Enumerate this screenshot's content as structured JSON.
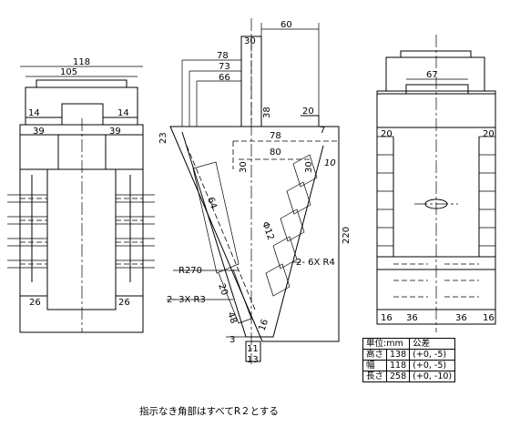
{
  "front_view": {
    "dims": {
      "overall_width": "118",
      "inner_width": "105",
      "side_left": "14",
      "side_right": "14",
      "flange_left": "39",
      "flange_right": "39",
      "foot_left": "26",
      "foot_right": "26"
    }
  },
  "section_view": {
    "dims": {
      "d60": "60",
      "d30": "30",
      "d78a": "78",
      "d73": "73",
      "d66": "66",
      "d38": "38",
      "d20": "20",
      "d7": "7",
      "d23": "23",
      "d78b": "78",
      "d80": "80",
      "d30b": "30",
      "d30c": "30",
      "d10": "10",
      "d64": "64",
      "phi12": "Φ12",
      "d220": "220",
      "r270": "R270",
      "holes_r4": "2- 6X R4",
      "holes_r3": "2- 3X R3",
      "d20b": "20",
      "d48": "48",
      "d16": "16",
      "d3": "3",
      "d11": "11",
      "d13": "13"
    }
  },
  "side_view": {
    "dims": {
      "top_width": "67",
      "left_20": "20",
      "right_20": "20",
      "bl_16": "16",
      "b_36a": "36",
      "b_36b": "36",
      "br_16": "16"
    }
  },
  "tolerance_table": {
    "header_unit": "単位:mm",
    "header_tol": "公差",
    "rows": [
      {
        "name": "高さ",
        "value": "138",
        "tol": "(+0, -5)"
      },
      {
        "name": "幅",
        "value": "118",
        "tol": "(+0, -5)"
      },
      {
        "name": "長さ",
        "value": "258",
        "tol": "(+0, -10)"
      }
    ]
  },
  "note": "指示なき角部はすべてR２とする"
}
